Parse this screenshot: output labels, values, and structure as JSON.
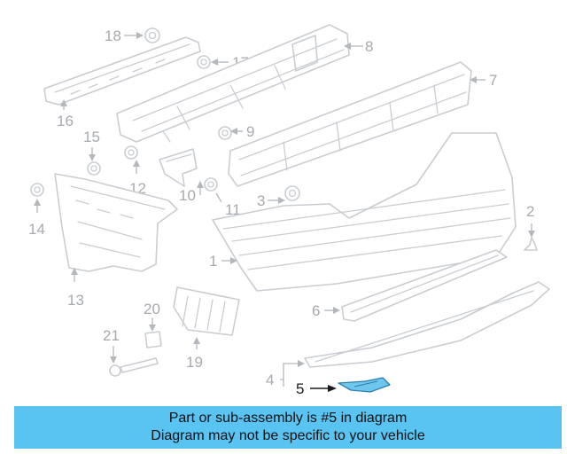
{
  "diagram": {
    "callouts": {
      "c1": "1",
      "c2": "2",
      "c3": "3",
      "c4": "4",
      "c5": "5",
      "c6": "6",
      "c7": "7",
      "c8": "8",
      "c9": "9",
      "c10": "10",
      "c11": "11",
      "c12": "12",
      "c13": "13",
      "c14": "14",
      "c15": "15",
      "c16": "16",
      "c17": "17",
      "c18": "18",
      "c19": "19",
      "c20": "20",
      "c21": "21"
    },
    "highlight_color": "#6ec6ec",
    "line_color": "#c9cdd2"
  },
  "banner": {
    "line1": "Part or sub-assembly is #5 in diagram",
    "line2": "Diagram may not be specific to your vehicle",
    "background": "#59c3f2"
  }
}
